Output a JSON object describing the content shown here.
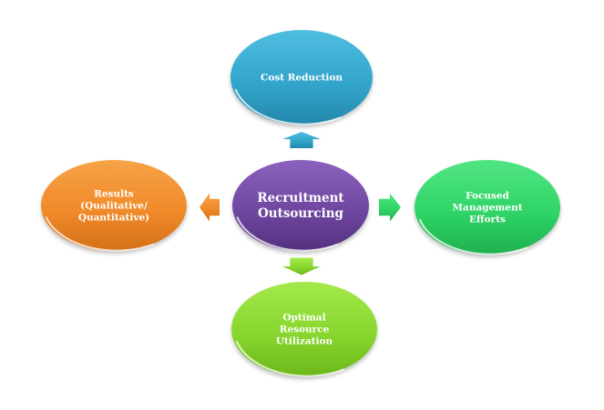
{
  "diagram": {
    "title": "Recruitment Outsourcing Benefits",
    "center": {
      "id": "recruitment-outsourcing",
      "lines": [
        "Recruitment",
        "Outsourcing"
      ],
      "color": "#6f47a0",
      "color_light": "#8a62bd",
      "color_dark": "#54317f"
    },
    "nodes": [
      {
        "id": "cost-reduction",
        "direction": "up",
        "lines": [
          "Cost Reduction"
        ],
        "color": "#34a6cc",
        "color_light": "#4fbde0",
        "color_dark": "#2387ab"
      },
      {
        "id": "focused-management-efforts",
        "direction": "right",
        "lines": [
          "Focused",
          "Management",
          "Efforts"
        ],
        "color": "#2fd466",
        "color_light": "#52e584",
        "color_dark": "#1fb14f"
      },
      {
        "id": "optimal-resource-utilization",
        "direction": "down",
        "lines": [
          "Optimal",
          "Resource",
          "Utilization"
        ],
        "color": "#88d62e",
        "color_light": "#a4e94c",
        "color_dark": "#6db81c"
      },
      {
        "id": "results",
        "direction": "left",
        "lines": [
          "Results",
          "(Qualitative/",
          "Quantitative)"
        ],
        "color": "#f08a2a",
        "color_light": "#f6a347",
        "color_dark": "#d5701a"
      }
    ],
    "edges": [
      {
        "from": "recruitment-outsourcing",
        "to": "cost-reduction"
      },
      {
        "from": "recruitment-outsourcing",
        "to": "focused-management-efforts"
      },
      {
        "from": "recruitment-outsourcing",
        "to": "optimal-resource-utilization"
      },
      {
        "from": "recruitment-outsourcing",
        "to": "results"
      }
    ]
  }
}
